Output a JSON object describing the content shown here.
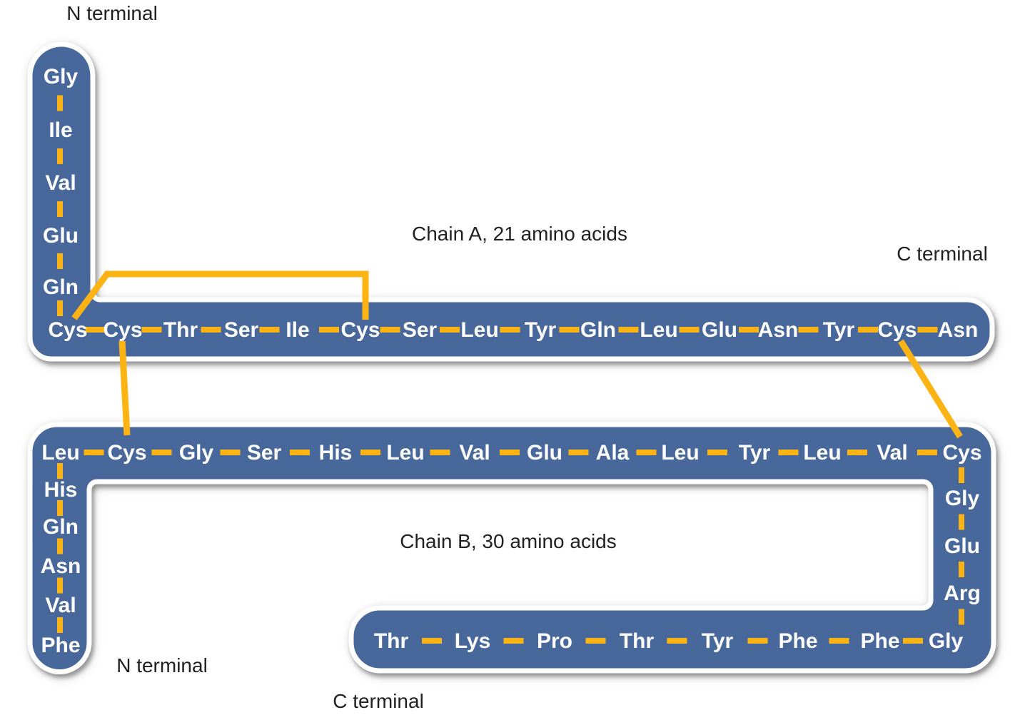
{
  "labels": {
    "chain_a_n_terminal": "N terminal",
    "chain_a_c_terminal": "C terminal",
    "chain_a_caption": "Chain A, 21 amino acids",
    "chain_b_caption": "Chain B, 30 amino acids",
    "chain_b_n_terminal": "N terminal",
    "chain_b_c_terminal": "C terminal"
  },
  "chain_a": {
    "length": 21,
    "residues": [
      "Gly",
      "Ile",
      "Val",
      "Glu",
      "Gln",
      "Cys",
      "Cys",
      "Thr",
      "Ser",
      "Ile",
      "Cys",
      "Ser",
      "Leu",
      "Tyr",
      "Gln",
      "Leu",
      "Glu",
      "Asn",
      "Tyr",
      "Cys",
      "Asn"
    ]
  },
  "chain_b": {
    "length": 30,
    "residues": [
      "Phe",
      "Val",
      "Asn",
      "Gln",
      "His",
      "Leu",
      "Cys",
      "Gly",
      "Ser",
      "His",
      "Leu",
      "Val",
      "Glu",
      "Ala",
      "Leu",
      "Tyr",
      "Leu",
      "Val",
      "Cys",
      "Gly",
      "Glu",
      "Arg",
      "Gly",
      "Phe",
      "Phe",
      "Tyr",
      "Thr",
      "Pro",
      "Lys",
      "Thr"
    ]
  },
  "disulfide_bonds": [
    {
      "from": "chain A Cys (6th residue)",
      "to": "chain A Cys (11th residue)"
    },
    {
      "from": "chain A Cys (7th residue)",
      "to": "chain B Cys (7th residue)"
    },
    {
      "from": "chain A Cys (20th residue)",
      "to": "chain B Cys (19th residue)"
    }
  ],
  "colors": {
    "chain_fill": "#48689C",
    "chain_outline": "#FFFFFF",
    "bond_yellow": "#FBB414",
    "caption_text": "#231F20",
    "residue_text": "#FFFFFF"
  }
}
